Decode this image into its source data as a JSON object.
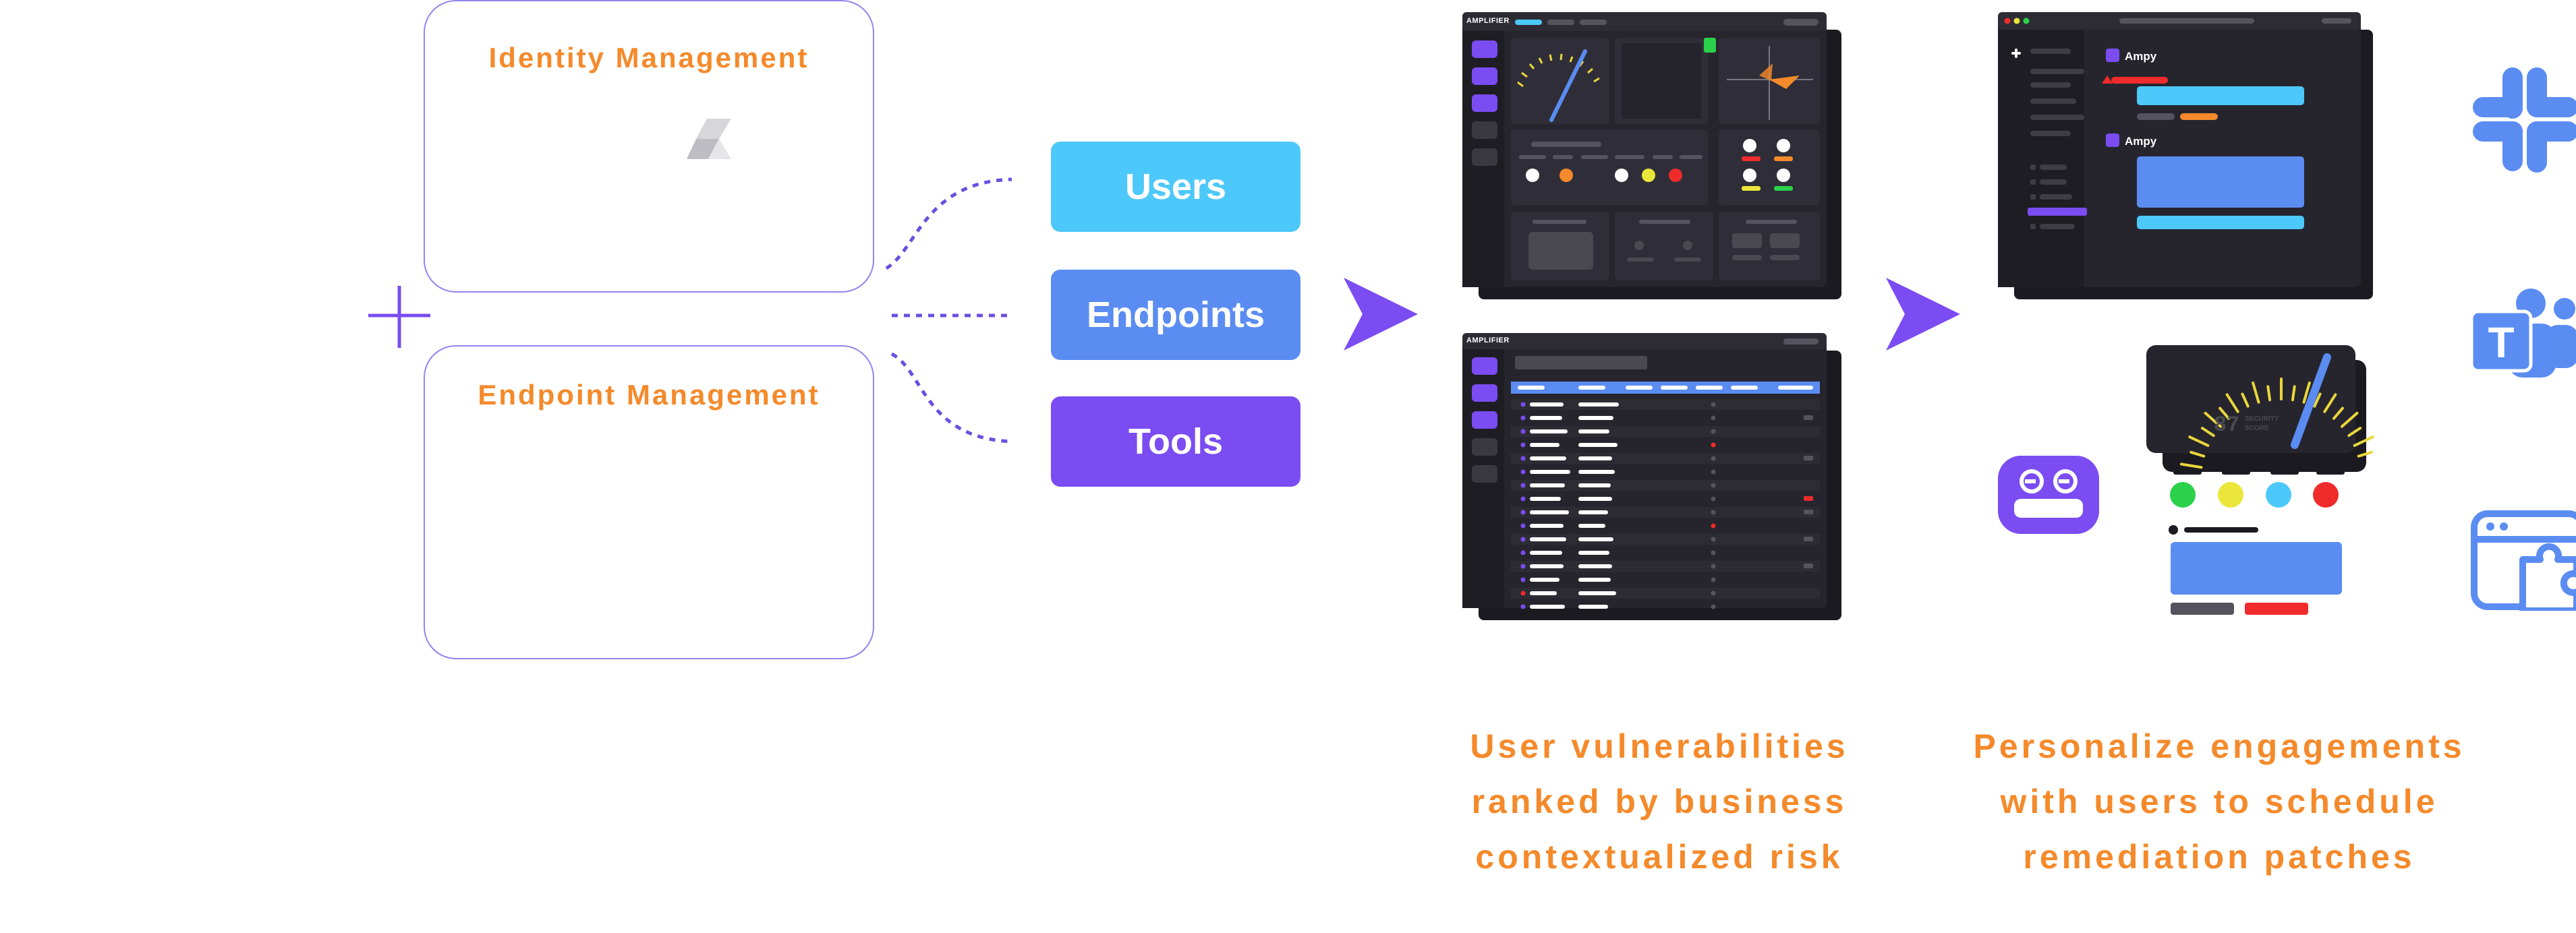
{
  "identity_box": {
    "title": "Identity Management"
  },
  "endpoint_box": {
    "title": "Endpoint Management"
  },
  "pills": {
    "users": "Users",
    "endpoints": "Endpoints",
    "tools": "Tools"
  },
  "dashboard": {
    "brand": "AMPLIFIER"
  },
  "table_panel": {
    "brand": "AMPLIFIER"
  },
  "chat": {
    "messages": [
      {
        "author": "Ampy"
      },
      {
        "author": "Ampy"
      }
    ]
  },
  "gauge": {
    "score": "87",
    "label_line1": "SECURITY",
    "label_line2": "SCORE"
  },
  "captions": {
    "vulnerabilities": [
      "User vulnerabilities",
      "ranked by business",
      "contextualized risk"
    ],
    "engagements": [
      "Personalize engagements",
      "with users to schedule",
      "remediation patches"
    ]
  },
  "integrations": [
    "slack-icon",
    "teams-icon",
    "web-plugin-icon"
  ],
  "colors": {
    "accent_purple": "#7a4cf2",
    "orange": "#f48a2b",
    "cyan": "#4dc8fa",
    "blue": "#5a8cf2",
    "panel_dark": "#26252e"
  }
}
